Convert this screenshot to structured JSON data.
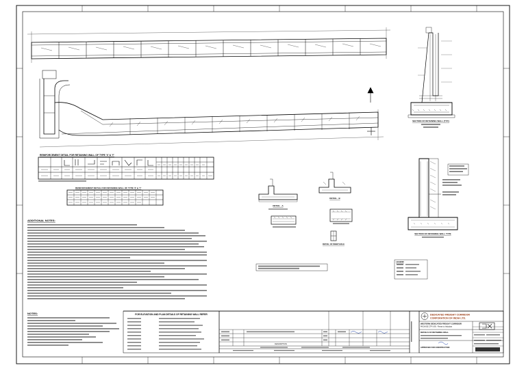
{
  "headings": {
    "schedule_1": "REINFORCEMENT DETAIL FOR RETAINING WALL OF TYPE 'X' & 'Y'",
    "schedule_2": "REINFORCEMENT DETAIL FOR RETAINING WALL OF TYPE 'X' & 'Y'",
    "additional_notes": "ADDITIONAL NOTES:",
    "notes": "NOTES:",
    "section_right": "SECTION OF RETAINING WALL (TYP.)",
    "detail_a": "DETAIL - A",
    "detail_b": "DETAIL - B",
    "section_fyz": "SECTION OF RETAINING WALL TYPE",
    "weep": "DETAIL OF WEEP HOLE",
    "legend": "LEGEND"
  },
  "reference_box": {
    "title": "FOR ELEVATION AND PLAN DETAILS OF RETAINING WALL REFER"
  },
  "title_block": {
    "client_line1": "DEDICATED FREIGHT CORRIDOR",
    "client_line2": "CORPORATION OF INDIA LTD.",
    "project_line1": "WESTERN DEDICATED FREIGHT CORRIDOR",
    "project_line2": "PACKAGE CTP-3 (R) - Rewari to Vadodara",
    "drawing_title": "DETAILS OF RETAINING WALL",
    "approval": "APPROVED FOR CONSTRUCTION",
    "revision_header": "DESCRIPTION"
  },
  "icons": {
    "north_arrow": "north-arrow-icon",
    "company_logo": "company-logo-icon",
    "dfccil_logo": "dfccil-logo-icon"
  },
  "colors": {
    "ink": "#000000",
    "sheet": "#ffffff"
  }
}
